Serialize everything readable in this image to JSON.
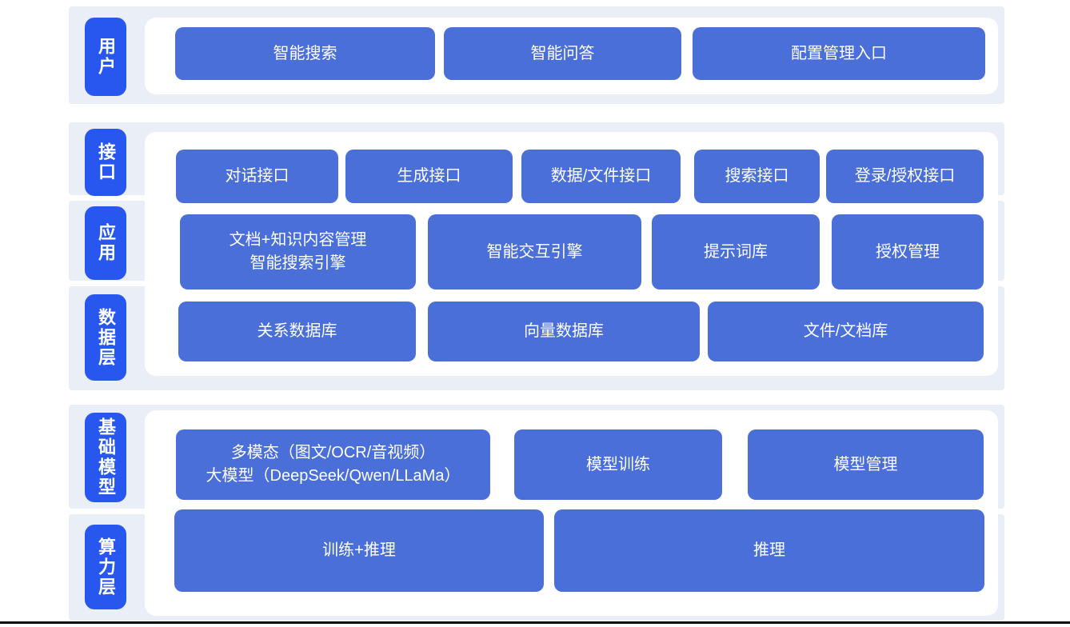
{
  "colors": {
    "layer_label_bg": "#2857f0",
    "box_bg": "#4a6fd8",
    "section_band_bg": "#e9eef7",
    "card_bg": "#ffffff",
    "text": "#ffffff"
  },
  "sections": [
    {
      "layers": [
        {
          "label": "用户",
          "boxes": [
            "智能搜索",
            "智能问答",
            "配置管理入口"
          ]
        }
      ]
    },
    {
      "layers": [
        {
          "label": "接口",
          "boxes": [
            "对话接口",
            "生成接口",
            "数据/文件接口",
            "搜索接口",
            "登录/授权接口"
          ]
        },
        {
          "label": "应用",
          "boxes": [
            "文档+知识内容管理\n智能搜索引擎",
            "智能交互引擎",
            "提示词库",
            "授权管理"
          ]
        },
        {
          "label": "数据层",
          "boxes": [
            "关系数据库",
            "向量数据库",
            "文件/文档库"
          ]
        }
      ]
    },
    {
      "layers": [
        {
          "label": "基础模型",
          "boxes": [
            "多模态（图文/OCR/音视频）\n大模型（DeepSeek/Qwen/LLaMa）",
            "模型训练",
            "模型管理"
          ]
        },
        {
          "label": "算力层",
          "boxes": [
            "训练+推理",
            "推理"
          ]
        }
      ]
    }
  ]
}
